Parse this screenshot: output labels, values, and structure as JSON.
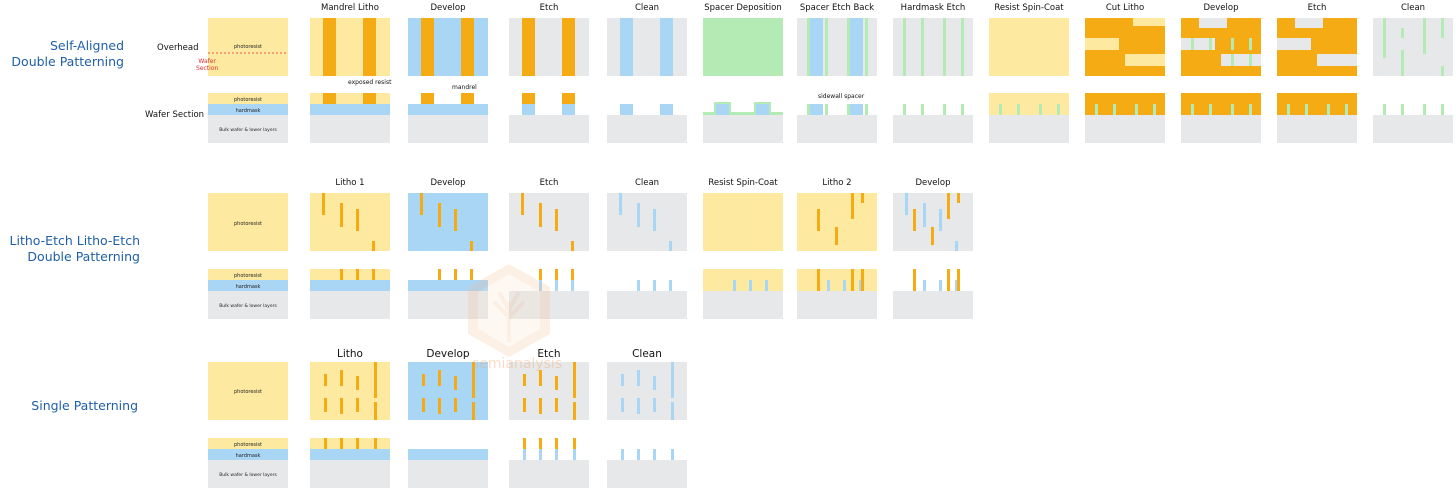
{
  "colors": {
    "resist": "#fdeaa0",
    "orange": "#f5ab14",
    "blue": "#aad6f5",
    "gray": "#e6e8ea",
    "green": "#b4ebb4",
    "title_blue": "#1f5fa8",
    "annotation_red": "#e03030"
  },
  "sections": {
    "sadp": {
      "title_line1": "Self-Aligned",
      "title_line2": "Double Patterning",
      "row_overhead": "Overhead",
      "row_section": "Wafer Section",
      "steps": [
        "Mandrel Litho",
        "Develop",
        "Etch",
        "Clean",
        "Spacer Deposition",
        "Spacer Etch Back",
        "Hardmask Etch",
        "Resist Spin-Coat",
        "Cut Litho",
        "Develop",
        "Etch",
        "Clean"
      ]
    },
    "lele": {
      "title_line1": "Litho-Etch Litho-Etch",
      "title_line2": "Double Patterning",
      "steps": [
        "Litho 1",
        "Develop",
        "Etch",
        "Clean",
        "Resist Spin-Coat",
        "Litho 2",
        "Develop"
      ]
    },
    "single": {
      "title": "Single Patterning",
      "steps": [
        "Litho",
        "Develop",
        "Etch",
        "Clean"
      ]
    }
  },
  "labels": {
    "photoresist": "photoresist",
    "hardmask": "hardmask",
    "bulk": "Bulk wafer & lower layers",
    "wafer_section": "Wafer\nSection",
    "exposed_resist": "exposed resist",
    "mandrel": "mandrel",
    "sidewall_spacer": "sidewall spacer"
  },
  "watermark": "semianalysis"
}
